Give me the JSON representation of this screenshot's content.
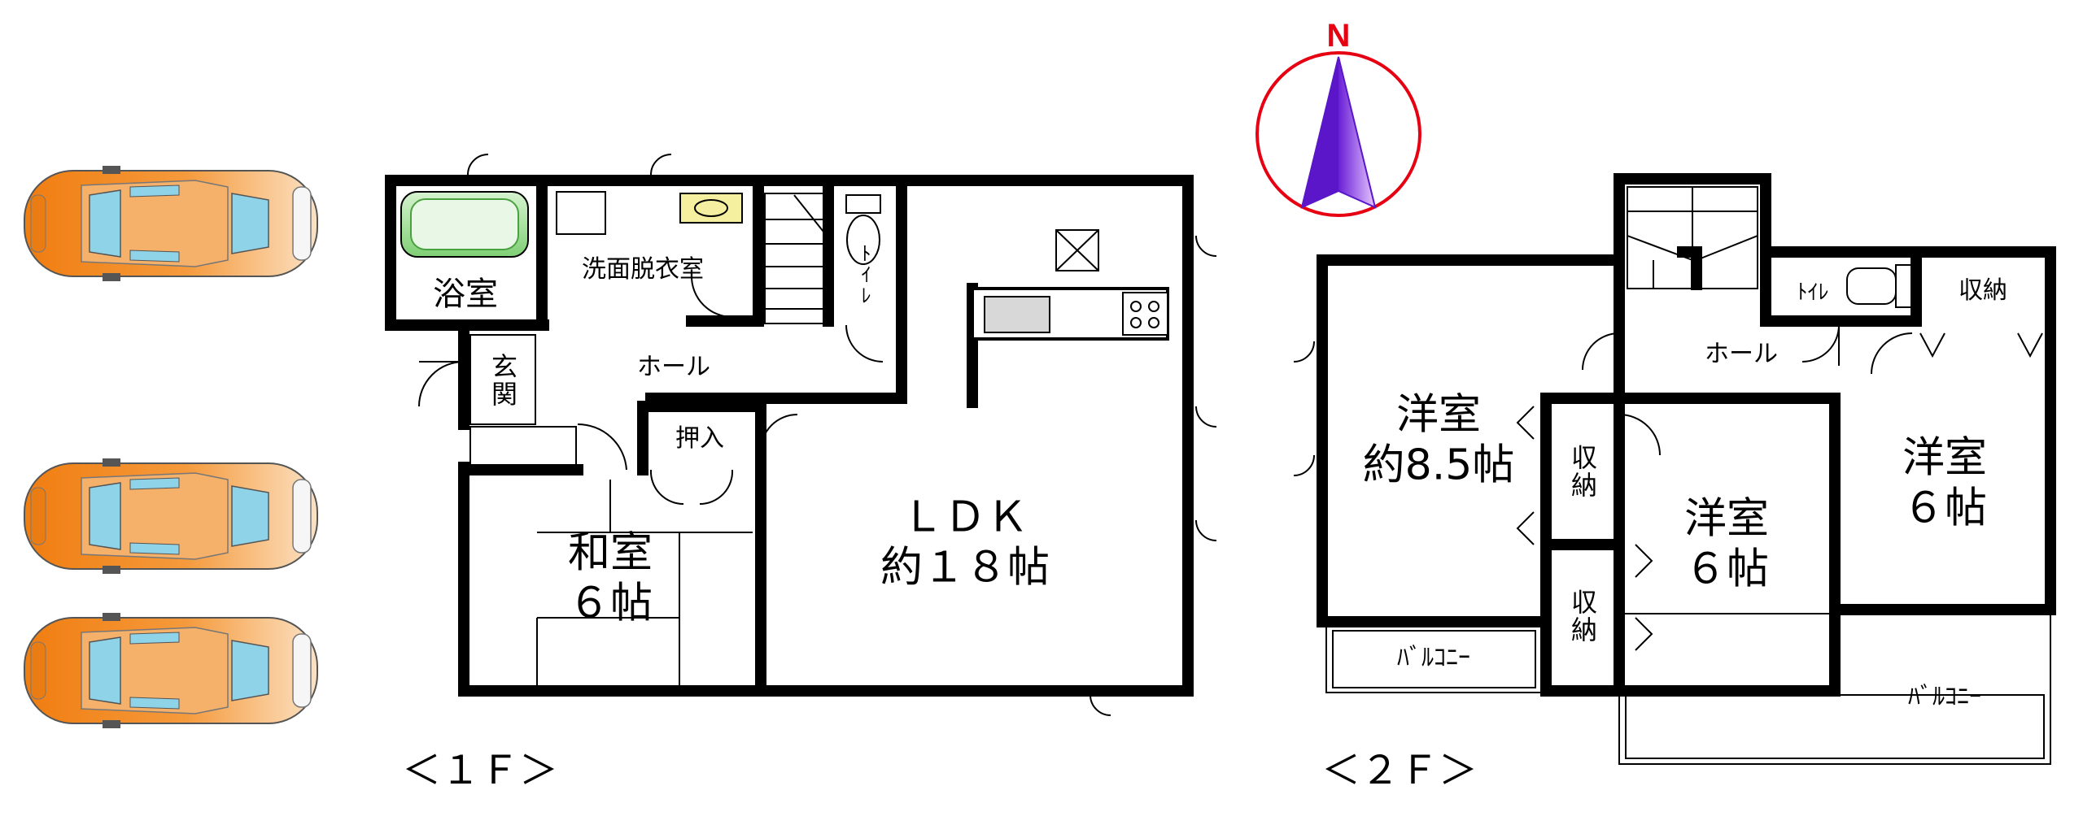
{
  "compass": {
    "letter": "N",
    "ring_color": "#e60012",
    "needle_color": "#a855f7"
  },
  "floor1": {
    "caption": "＜１Ｆ＞",
    "rooms": {
      "bath": "浴室",
      "washroom": "洗面脱衣室",
      "toilet": "ﾄｲﾚ",
      "hall": "ホール",
      "entrance": "玄関",
      "closet": "押入",
      "ldk_line1": "ＬＤＫ",
      "ldk_line2": "約１８帖",
      "washitsu_line1": "和室",
      "washitsu_line2": "６帖"
    }
  },
  "floor2": {
    "caption": "＜２Ｆ＞",
    "rooms": {
      "western_a_line1": "洋室",
      "western_a_line2": "約8.5帖",
      "storage_a": "収納",
      "storage_b": "収納",
      "storage_top": "収納",
      "western_b_line1": "洋室",
      "western_b_line2": "６帖",
      "western_c_line1": "洋室",
      "western_c_line2": "６帖",
      "hall": "ホール",
      "toilet": "ﾄｲﾚ",
      "balcony_left": "ﾊﾞﾙｺﾆｰ",
      "balcony_right": "ﾊﾞﾙｺﾆｰ"
    }
  },
  "parking": {
    "car_count": 3,
    "car_color": "#f08a1c",
    "glass_color": "#8fd3e8"
  }
}
